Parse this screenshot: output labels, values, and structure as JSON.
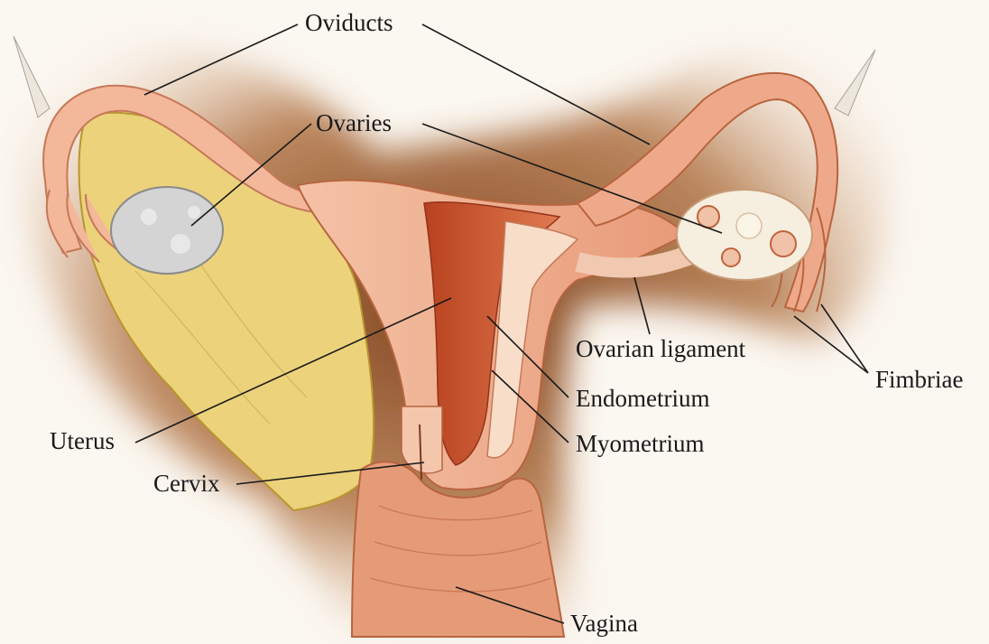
{
  "diagram": {
    "labels": {
      "oviducts": "Oviducts",
      "ovaries": "Ovaries",
      "ovarian_ligament": "Ovarian ligament",
      "fimbriae": "Fimbriae",
      "endometrium": "Endometrium",
      "myometrium": "Myometrium",
      "uterus": "Uterus",
      "cervix": "Cervix",
      "vagina": "Vagina"
    },
    "colors": {
      "background": "#fbf7f1",
      "shadow": "#8a4a1c",
      "tissue": "#f1b89b",
      "tissue_dark": "#d97e5c",
      "endometrium": "#c9502e",
      "ligament": "#ecd27a",
      "ovary": "#f6efdf",
      "ovary_left": "#cfcfcf",
      "line": "#1a1a1a"
    }
  }
}
